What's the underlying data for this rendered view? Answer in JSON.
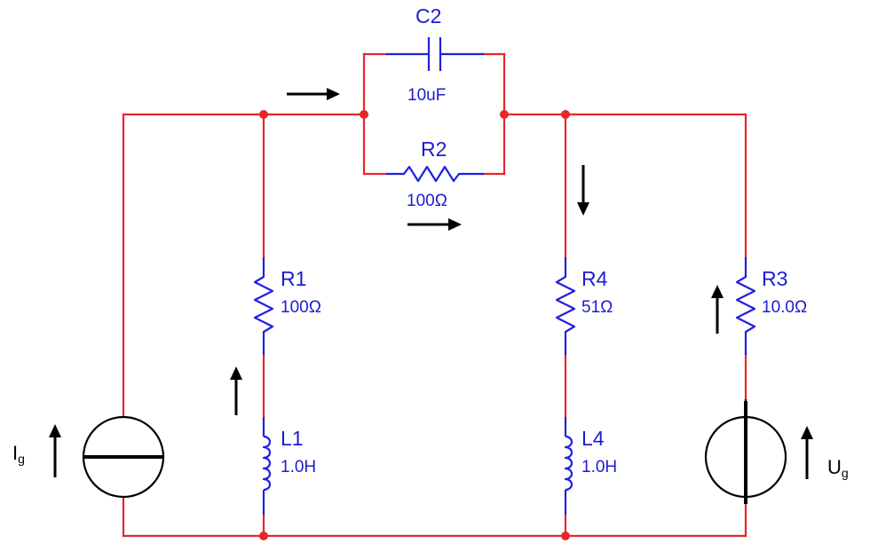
{
  "components": {
    "C2": {
      "ref": "C2",
      "value": "10uF"
    },
    "R2": {
      "ref": "R2",
      "value": "100Ω"
    },
    "R1": {
      "ref": "R1",
      "value": "100Ω"
    },
    "L1": {
      "ref": "L1",
      "value": "1.0H"
    },
    "R4": {
      "ref": "R4",
      "value": "51Ω"
    },
    "L4": {
      "ref": "L4",
      "value": "1.0H"
    },
    "R3": {
      "ref": "R3",
      "value": "10.0Ω"
    }
  },
  "sources": {
    "current": {
      "label": "I",
      "sub": "g"
    },
    "voltage": {
      "label": "U",
      "sub": "g"
    }
  },
  "colors": {
    "wire": "#e8262c",
    "component": "#2020e0",
    "arrow": "#000000"
  }
}
